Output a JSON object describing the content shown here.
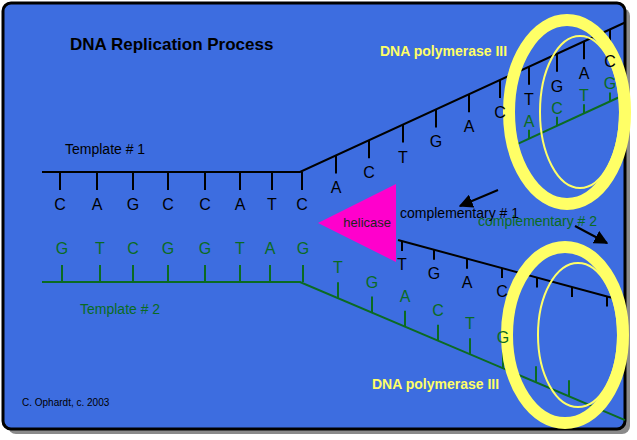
{
  "diagram": {
    "title": "DNA Replication Process",
    "nodes": [
      {
        "text": [
          "helicase"
        ]
      }
    ],
    "labels": [
      "Template # 1",
      "C",
      "A",
      "G",
      "C",
      "C",
      "A",
      "T",
      "C",
      "A",
      "C",
      "T",
      "G",
      "A",
      "C",
      "T",
      "G",
      "A",
      "C",
      "DNA polymerase III",
      "A",
      "C",
      "T",
      "G",
      "complementary # 2",
      "complementary # 1",
      "T",
      "G",
      "A",
      "C",
      "G",
      "T",
      "C",
      "G",
      "G",
      "T",
      "A",
      "G",
      "T",
      "G",
      "A",
      "C",
      "T",
      "G",
      "Template # 2",
      "DNA polymerase III",
      "C. Ophardt, c. 2003"
    ]
  }
}
